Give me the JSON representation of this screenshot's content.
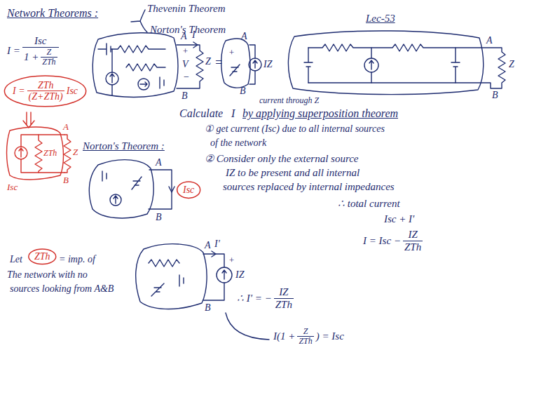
{
  "diagram": {
    "title": "Network Theorems :",
    "nodes": [
      {
        "text": [
          "I =",
          "ZTh",
          "(Z+ZTh)",
          "Isc"
        ]
      },
      {
        "text": [
          "Isc"
        ]
      },
      {
        "text": [
          "ZTh"
        ]
      }
    ],
    "labels": [
      "Thevenin Theorem",
      "Norton's Theorem",
      "Lec-53",
      "I =",
      "Isc",
      "1 +",
      "Z",
      "ZTh",
      "A",
      "ZTh",
      "Isc",
      "B",
      "Z",
      "Norton's Theorem :",
      "+",
      "A",
      "I",
      "V",
      "−",
      "B",
      "Z",
      "=",
      "+",
      "A",
      "IZ",
      "B",
      "A",
      "B",
      "Z",
      "current through Z",
      "Calculate",
      "I",
      "by applying superposition theorem",
      "① get current (Isc) due to all internal sources",
      "of the network",
      "A",
      "B",
      "② Consider only the external source",
      "IZ to be present and all internal",
      "sources replaced by internal impedances",
      "∴ total current",
      "Isc + I'",
      "I = Isc −",
      "IZ",
      "ZTh",
      "Let",
      "= imp. of",
      "The network with no",
      "sources looking from A&B",
      "A",
      "I'",
      "B",
      "+",
      "IZ",
      "∴ I' = −",
      "IZ",
      "ZTh",
      "I(1 +",
      "Z",
      "ZTh",
      ") = Isc"
    ]
  }
}
